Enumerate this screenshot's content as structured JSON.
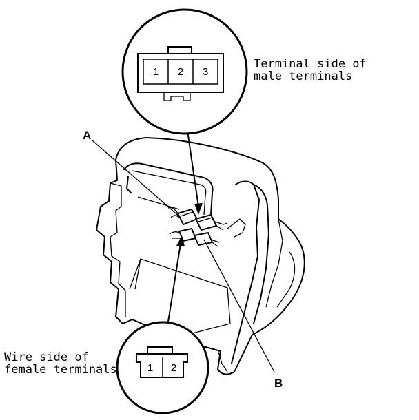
{
  "labels": {
    "male_caption_line1": "Terminal side of",
    "male_caption_line2": "male terminals",
    "female_caption_line1": "Wire side of",
    "female_caption_line2": "female terminals",
    "callout_a": "A",
    "callout_b": "B"
  },
  "male_connector": {
    "pins": [
      "1",
      "2",
      "3"
    ]
  },
  "female_connector": {
    "pins": [
      "1",
      "2"
    ]
  }
}
